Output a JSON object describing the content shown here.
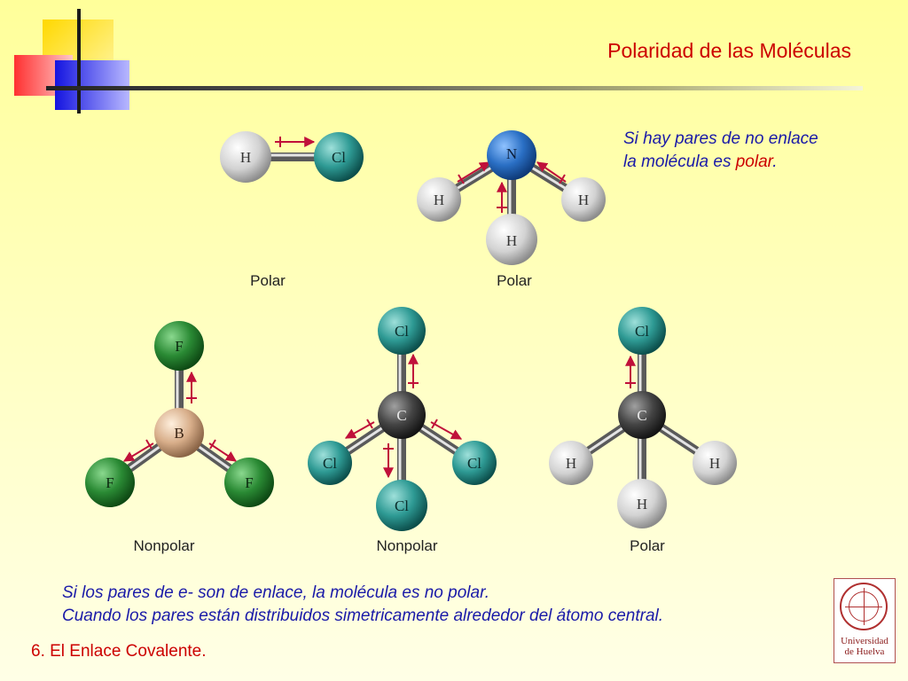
{
  "header": {
    "title": "Polaridad de las Moléculas"
  },
  "note_top": {
    "line1": "Si hay pares de no enlace",
    "line2_prefix": "la molécula es ",
    "line2_emph": "polar",
    "line2_suffix": "."
  },
  "note_bottom": {
    "line1": "Si los pares de e- son de enlace, la molécula es no polar.",
    "line2": "Cuando los pares están distribuidos simetricamente alrededor del átomo central."
  },
  "footer": {
    "text": "6. El Enlace Covalente."
  },
  "logo": {
    "line1": "Universidad",
    "line2": "de Huelva"
  },
  "colors": {
    "accent_red": "#cc0000",
    "note_blue": "#1a1aa8",
    "dipole_arrow": "#c0103a"
  },
  "molecules": {
    "hcl": {
      "caption": "Polar",
      "atoms": [
        "H",
        "Cl"
      ]
    },
    "nh3": {
      "caption": "Polar",
      "atoms": [
        "N",
        "H",
        "H",
        "H"
      ]
    },
    "bf3": {
      "caption": "Nonpolar",
      "atoms": [
        "B",
        "F",
        "F",
        "F"
      ]
    },
    "ccl4": {
      "caption": "Nonpolar",
      "atoms": [
        "C",
        "Cl",
        "Cl",
        "Cl",
        "Cl"
      ]
    },
    "chcl3": {
      "caption": "Polar",
      "atoms": [
        "C",
        "Cl",
        "H",
        "H",
        "H"
      ]
    }
  }
}
